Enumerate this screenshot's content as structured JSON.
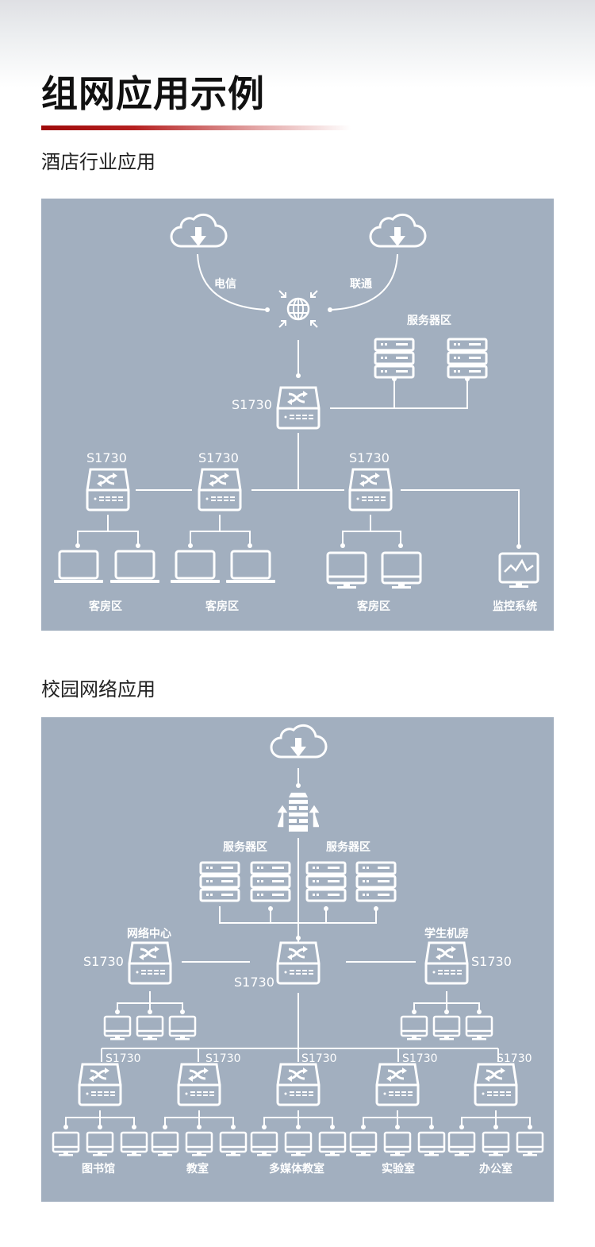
{
  "page": {
    "title": "组网应用示例",
    "accent_color": "#9e0a0a",
    "panel_color": "#a2afbf"
  },
  "hotel": {
    "heading": "酒店行业应用",
    "isp_left": "电信",
    "isp_right": "联通",
    "server_zone": "服务器区",
    "core_model": "S1730",
    "access": [
      {
        "model": "S1730",
        "zone": "客房区",
        "device": "laptop-icon"
      },
      {
        "model": "S1730",
        "zone": "客房区",
        "device": "laptop-icon"
      },
      {
        "model": "S1730",
        "zone": "客房区",
        "device": "monitor-icon"
      }
    ],
    "monitor_label": "监控系统"
  },
  "campus": {
    "heading": "校园网络应用",
    "server_zone_left": "服务器区",
    "server_zone_right": "服务器区",
    "core_model": "S1730",
    "net_center_label": "网络中心",
    "net_center_model": "S1730",
    "student_lab_label": "学生机房",
    "student_lab_model": "S1730",
    "branches": [
      {
        "model": "S1730",
        "zone": "图书馆"
      },
      {
        "model": "S1730",
        "zone": "教室"
      },
      {
        "model": "S1730",
        "zone": "多媒体教室"
      },
      {
        "model": "S1730",
        "zone": "实验室"
      },
      {
        "model": "S1730",
        "zone": "办公室"
      }
    ]
  }
}
